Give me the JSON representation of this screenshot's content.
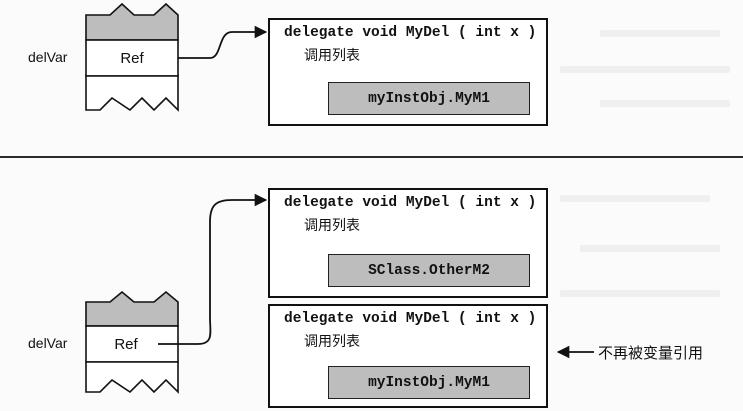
{
  "top": {
    "var_label": "delVar",
    "ref_label": "Ref",
    "delegate": {
      "title": "delegate void MyDel ( int x )",
      "invocation_label": "调用列表",
      "method": "myInstObj.MyM1"
    }
  },
  "bottom": {
    "var_label": "delVar",
    "ref_label": "Ref",
    "delegate_new": {
      "title": "delegate void MyDel ( int x )",
      "invocation_label": "调用列表",
      "method": "SClass.OtherM2"
    },
    "delegate_old": {
      "title": "delegate void MyDel ( int x )",
      "invocation_label": "调用列表",
      "method": "myInstObj.MyM1"
    },
    "note": "不再被变量引用"
  },
  "colors": {
    "line": "#111111",
    "box_fill": "#ffffff",
    "header_fill": "#bdbdbd",
    "method_fill": "#bdbdbd"
  }
}
